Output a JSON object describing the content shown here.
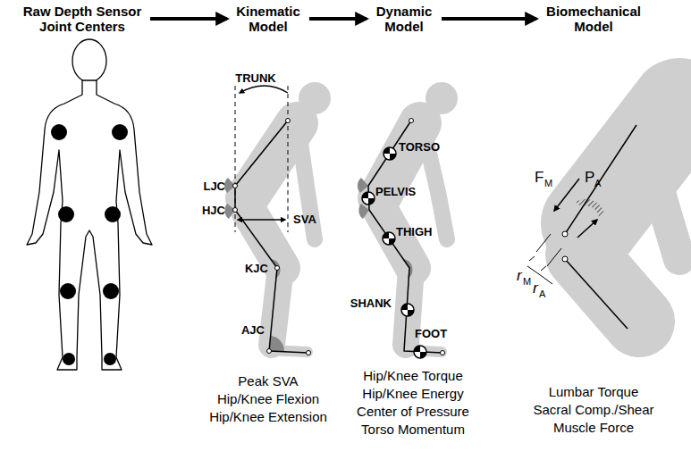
{
  "diagram": {
    "nodes": [
      {
        "text": [
          "Raw Depth Sensor Joint Centers"
        ]
      },
      {
        "text": [
          "Kinematic Model"
        ]
      },
      {
        "text": [
          "Dynamic Model"
        ]
      },
      {
        "text": [
          "Biomechanical Model"
        ]
      }
    ],
    "edges": [
      {
        "from": 0,
        "to": 1,
        "arrow": "to"
      },
      {
        "from": 1,
        "to": 2,
        "arrow": "to"
      },
      {
        "from": 2,
        "to": 3,
        "arrow": "to"
      }
    ],
    "labels": [
      "TRUNK",
      "LJC",
      "HJC",
      "SVA",
      "KJC",
      "AJC",
      "Peak SVA",
      "Hip/Knee Flexion",
      "Hip/Knee Extension",
      "TORSO",
      "PELVIS",
      "THIGH",
      "SHANK",
      "FOOT",
      "Hip/Knee Torque",
      "Hip/Knee Energy",
      "Center of Pressure",
      "Torso Momentum",
      "F",
      "M",
      "P",
      "A",
      "r",
      "M",
      "r",
      "A",
      "Lumbar Torque",
      "Sacral Comp./Shear",
      "Muscle Force"
    ]
  }
}
